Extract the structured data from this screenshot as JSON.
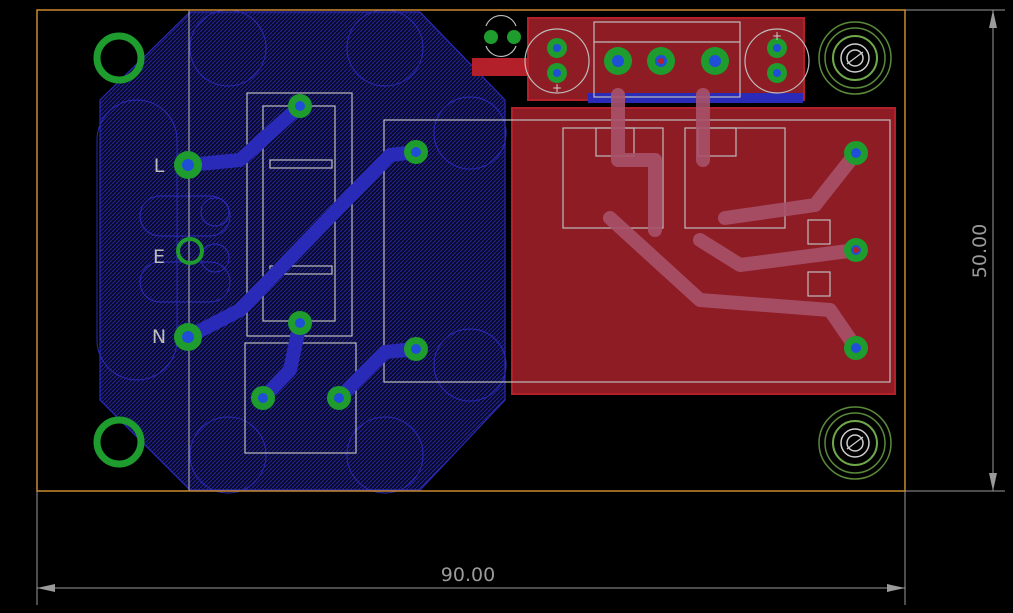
{
  "net_labels": {
    "line": "L",
    "earth": "E",
    "neutral": "N"
  },
  "dimensions": {
    "width": "90.00",
    "height": "50.00"
  },
  "capacitor_marks": {
    "plus": "+"
  },
  "colors": {
    "background": "#000000",
    "outline": "#c98a2c",
    "bottom_copper": "#2a2ab8",
    "top_copper": "#b3202a",
    "pad_ring": "#1e9c2e",
    "drill": "#1f4fd6",
    "silk": "#c8c8c8",
    "dimension": "#9a9a9a"
  }
}
